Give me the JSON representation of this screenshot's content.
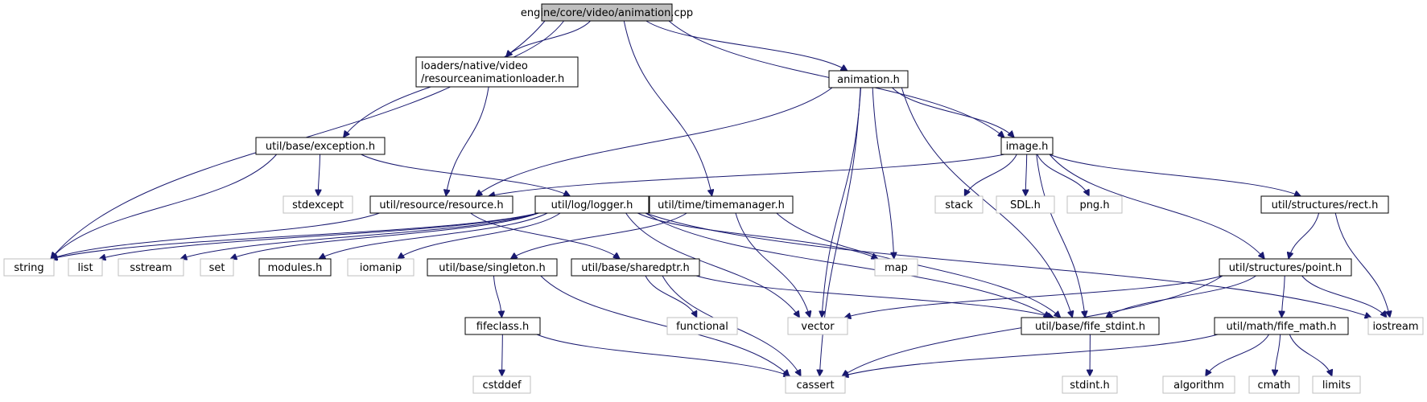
{
  "colors": {
    "edge": "#191970",
    "root_fill": "#bfbfbf",
    "root_border": "#000000",
    "local_border": "#000000",
    "system_border": "#bfbfbf",
    "node_fill": "#ffffff",
    "text": "#000000"
  },
  "nodes": [
    {
      "id": "root",
      "kind": "root",
      "lines": [
        "engine/core/video/animation.cpp"
      ]
    },
    {
      "id": "resourceanimationloader",
      "kind": "local",
      "lines": [
        "loaders/native/video",
        "/resourceanimationloader.h"
      ]
    },
    {
      "id": "animation",
      "kind": "local",
      "lines": [
        "animation.h"
      ]
    },
    {
      "id": "exception",
      "kind": "local",
      "lines": [
        "util/base/exception.h"
      ]
    },
    {
      "id": "image",
      "kind": "local",
      "lines": [
        "image.h"
      ]
    },
    {
      "id": "resource",
      "kind": "local",
      "lines": [
        "util/resource/resource.h"
      ]
    },
    {
      "id": "logger",
      "kind": "local",
      "lines": [
        "util/log/logger.h"
      ]
    },
    {
      "id": "timemanager",
      "kind": "local",
      "lines": [
        "util/time/timemanager.h"
      ]
    },
    {
      "id": "stdexcept",
      "kind": "system",
      "lines": [
        "stdexcept"
      ]
    },
    {
      "id": "stack",
      "kind": "system",
      "lines": [
        "stack"
      ]
    },
    {
      "id": "sdl",
      "kind": "system",
      "lines": [
        "SDL.h"
      ]
    },
    {
      "id": "png",
      "kind": "system",
      "lines": [
        "png.h"
      ]
    },
    {
      "id": "rect",
      "kind": "local",
      "lines": [
        "util/structures/rect.h"
      ]
    },
    {
      "id": "string",
      "kind": "system",
      "lines": [
        "string"
      ]
    },
    {
      "id": "list",
      "kind": "system",
      "lines": [
        "list"
      ]
    },
    {
      "id": "sstream",
      "kind": "system",
      "lines": [
        "sstream"
      ]
    },
    {
      "id": "set",
      "kind": "system",
      "lines": [
        "set"
      ]
    },
    {
      "id": "modules",
      "kind": "local",
      "lines": [
        "modules.h"
      ]
    },
    {
      "id": "iomanip",
      "kind": "system",
      "lines": [
        "iomanip"
      ]
    },
    {
      "id": "singleton",
      "kind": "local",
      "lines": [
        "util/base/singleton.h"
      ]
    },
    {
      "id": "sharedptr",
      "kind": "local",
      "lines": [
        "util/base/sharedptr.h"
      ]
    },
    {
      "id": "map",
      "kind": "system",
      "lines": [
        "map"
      ]
    },
    {
      "id": "point",
      "kind": "local",
      "lines": [
        "util/structures/point.h"
      ]
    },
    {
      "id": "iostream",
      "kind": "system",
      "lines": [
        "iostream"
      ]
    },
    {
      "id": "fifeclass",
      "kind": "local",
      "lines": [
        "fifeclass.h"
      ]
    },
    {
      "id": "functional",
      "kind": "system",
      "lines": [
        "functional"
      ]
    },
    {
      "id": "vector",
      "kind": "system",
      "lines": [
        "vector"
      ]
    },
    {
      "id": "fife_stdint",
      "kind": "local",
      "lines": [
        "util/base/fife_stdint.h"
      ]
    },
    {
      "id": "fife_math",
      "kind": "local",
      "lines": [
        "util/math/fife_math.h"
      ]
    },
    {
      "id": "cstddef",
      "kind": "system",
      "lines": [
        "cstddef"
      ]
    },
    {
      "id": "cassert",
      "kind": "system",
      "lines": [
        "cassert"
      ]
    },
    {
      "id": "stdint",
      "kind": "system",
      "lines": [
        "stdint.h"
      ]
    },
    {
      "id": "algorithm",
      "kind": "system",
      "lines": [
        "algorithm"
      ]
    },
    {
      "id": "cmath",
      "kind": "system",
      "lines": [
        "cmath"
      ]
    },
    {
      "id": "limits",
      "kind": "system",
      "lines": [
        "limits"
      ]
    }
  ],
  "edges": [
    {
      "from": "root",
      "to": "resourceanimationloader"
    },
    {
      "from": "root",
      "to": "animation"
    },
    {
      "from": "root",
      "to": "exception"
    },
    {
      "from": "root",
      "to": "string"
    },
    {
      "from": "root",
      "to": "image"
    },
    {
      "from": "root",
      "to": "timemanager"
    },
    {
      "from": "resourceanimationloader",
      "to": "resource"
    },
    {
      "from": "animation",
      "to": "resource"
    },
    {
      "from": "animation",
      "to": "image"
    },
    {
      "from": "animation",
      "to": "map"
    },
    {
      "from": "animation",
      "to": "vector"
    },
    {
      "from": "animation",
      "to": "cassert"
    },
    {
      "from": "animation",
      "to": "fife_stdint"
    },
    {
      "from": "exception",
      "to": "stdexcept"
    },
    {
      "from": "exception",
      "to": "string"
    },
    {
      "from": "exception",
      "to": "logger"
    },
    {
      "from": "image",
      "to": "resource"
    },
    {
      "from": "image",
      "to": "stack"
    },
    {
      "from": "image",
      "to": "sdl"
    },
    {
      "from": "image",
      "to": "png"
    },
    {
      "from": "image",
      "to": "rect"
    },
    {
      "from": "image",
      "to": "point"
    },
    {
      "from": "image",
      "to": "fife_stdint"
    },
    {
      "from": "resource",
      "to": "string"
    },
    {
      "from": "resource",
      "to": "sharedptr"
    },
    {
      "from": "logger",
      "to": "string"
    },
    {
      "from": "logger",
      "to": "list"
    },
    {
      "from": "logger",
      "to": "sstream"
    },
    {
      "from": "logger",
      "to": "set"
    },
    {
      "from": "logger",
      "to": "modules"
    },
    {
      "from": "logger",
      "to": "iomanip"
    },
    {
      "from": "logger",
      "to": "map"
    },
    {
      "from": "logger",
      "to": "vector"
    },
    {
      "from": "logger",
      "to": "fife_stdint"
    },
    {
      "from": "logger",
      "to": "iostream"
    },
    {
      "from": "timemanager",
      "to": "singleton"
    },
    {
      "from": "timemanager",
      "to": "vector"
    },
    {
      "from": "timemanager",
      "to": "fife_stdint"
    },
    {
      "from": "rect",
      "to": "point"
    },
    {
      "from": "rect",
      "to": "iostream"
    },
    {
      "from": "point",
      "to": "vector"
    },
    {
      "from": "point",
      "to": "fife_stdint"
    },
    {
      "from": "point",
      "to": "fife_math"
    },
    {
      "from": "point",
      "to": "iostream"
    },
    {
      "from": "point",
      "to": "cassert"
    },
    {
      "from": "singleton",
      "to": "fifeclass"
    },
    {
      "from": "singleton",
      "to": "cassert"
    },
    {
      "from": "sharedptr",
      "to": "functional"
    },
    {
      "from": "sharedptr",
      "to": "cassert"
    },
    {
      "from": "sharedptr",
      "to": "fife_stdint"
    },
    {
      "from": "fifeclass",
      "to": "cstddef"
    },
    {
      "from": "fifeclass",
      "to": "cassert"
    },
    {
      "from": "fife_stdint",
      "to": "stdint"
    },
    {
      "from": "fife_math",
      "to": "cassert"
    },
    {
      "from": "fife_math",
      "to": "algorithm"
    },
    {
      "from": "fife_math",
      "to": "cmath"
    },
    {
      "from": "fife_math",
      "to": "limits"
    }
  ]
}
